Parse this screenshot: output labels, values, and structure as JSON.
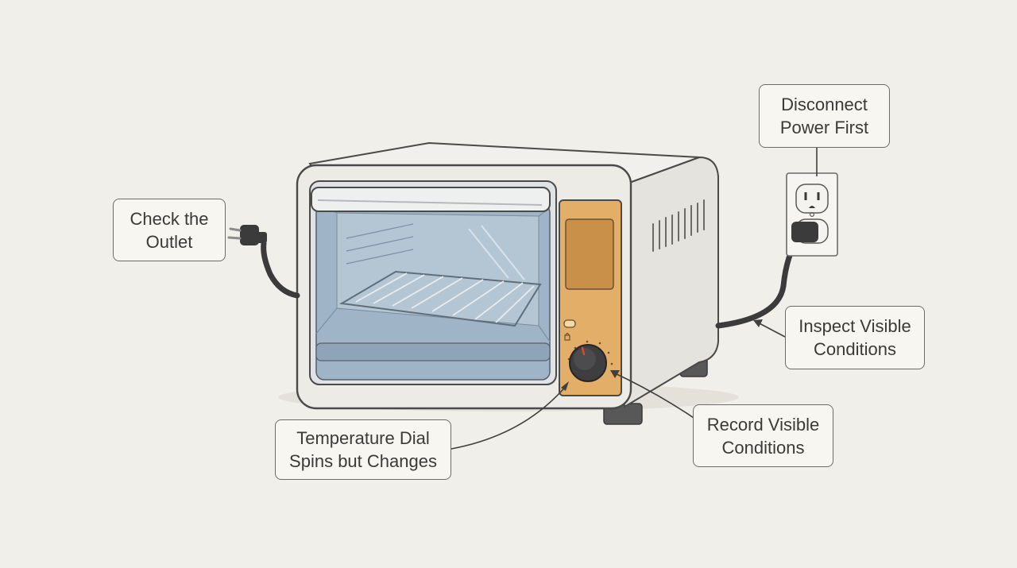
{
  "labels": {
    "check_outlet": [
      "Check the",
      "Outlet"
    ],
    "disconnect_power": [
      "Disconnect",
      "Power First"
    ],
    "inspect_conditions": [
      "Inspect Visible",
      "Conditions"
    ],
    "temperature_dial": [
      "Temperature Dial",
      "Spins but Changes"
    ],
    "record_conditions": [
      "Record Visible",
      "Conditions"
    ]
  },
  "colors": {
    "background": "#f1efe9",
    "oven_body": "#ecebe6",
    "window_glass": "#9fb4c6",
    "control_panel": "#e2ae68",
    "outline": "#4a4a48",
    "cord": "#3b3b3b"
  },
  "icons": [
    "power-plug-icon",
    "wall-outlet-icon",
    "temperature-dial-icon",
    "indicator-light-icon"
  ]
}
